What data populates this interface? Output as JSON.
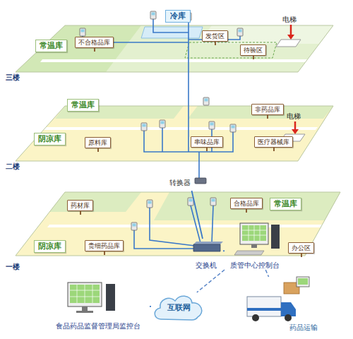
{
  "diagram": {
    "nodes": [
      {
        "text": [
          "三楼"
        ]
      },
      {
        "text": [
          "冷库"
        ],
        "in": 0
      },
      {
        "text": [
          "常温库"
        ],
        "in": 0
      },
      {
        "text": [
          "不合格品库"
        ],
        "in": 0
      },
      {
        "text": [
          "发货区"
        ],
        "in": 0
      },
      {
        "text": [
          "待验区"
        ],
        "in": 0
      },
      {
        "text": [
          "二楼"
        ]
      },
      {
        "text": [
          "常温库"
        ],
        "in": 6
      },
      {
        "text": [
          "非药品库"
        ],
        "in": 6
      },
      {
        "text": [
          "阴凉库"
        ],
        "in": 6
      },
      {
        "text": [
          "原料库"
        ],
        "in": 6
      },
      {
        "text": [
          "串味品库"
        ],
        "in": 6
      },
      {
        "text": [
          "医疗器械库"
        ],
        "in": 6
      },
      {
        "text": [
          "转换器"
        ]
      },
      {
        "text": [
          "一楼"
        ]
      },
      {
        "text": [
          "药材库"
        ],
        "in": 14
      },
      {
        "text": [
          "合格品库"
        ],
        "in": 14
      },
      {
        "text": [
          "常温库"
        ],
        "in": 14
      },
      {
        "text": [
          "阴凉库"
        ],
        "in": 14
      },
      {
        "text": [
          "贵细药品库"
        ],
        "in": 14
      },
      {
        "text": [
          "交换机"
        ],
        "in": 14
      },
      {
        "text": [
          "质管中心控制台"
        ],
        "in": 14
      },
      {
        "text": [
          "办公区"
        ],
        "in": 14
      },
      {
        "text": [
          "食品药品监督管理局监控台"
        ]
      },
      {
        "text": [
          "互联网"
        ]
      },
      {
        "text": [
          "药品运输"
        ]
      }
    ],
    "edges": [
      {
        "from": 13,
        "to": 20,
        "arrow": "none"
      },
      {
        "from": 20,
        "to": 21,
        "arrow": "none"
      },
      {
        "from": 21,
        "to": 24,
        "arrow": "none"
      },
      {
        "from": 24,
        "to": 23,
        "arrow": "none"
      },
      {
        "from": 21,
        "to": 25,
        "arrow": "none"
      }
    ],
    "labels": [
      "电梯",
      "电梯"
    ]
  }
}
